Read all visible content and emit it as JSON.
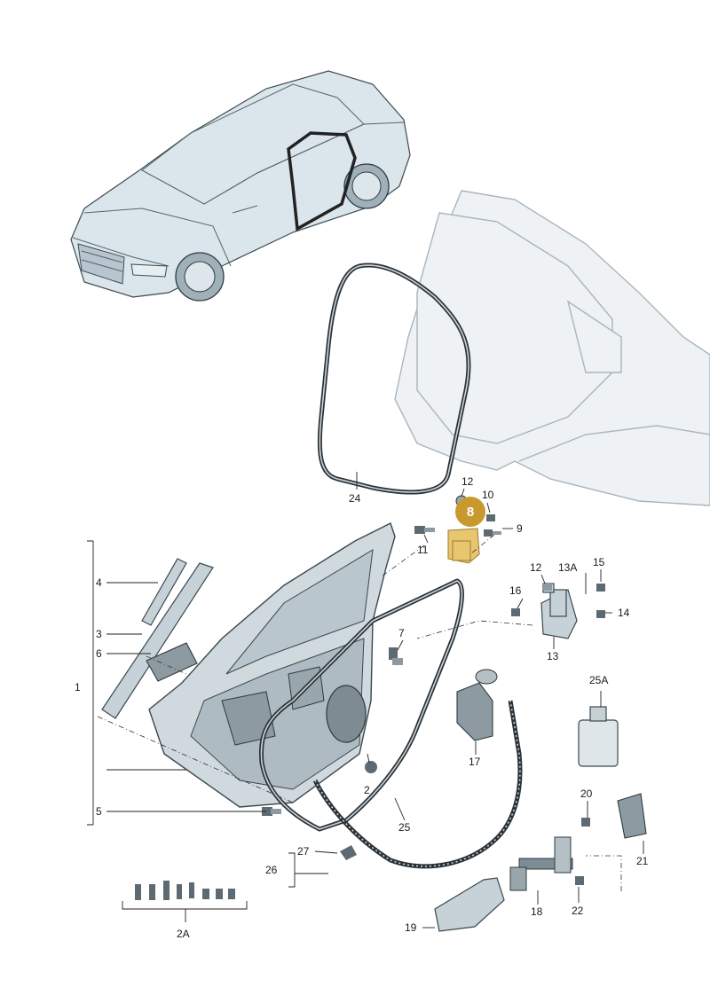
{
  "highlight": {
    "label": "8",
    "color": "#c89a2e"
  },
  "callouts": {
    "c1": "1",
    "c2": "2",
    "c2A": "2A",
    "c3": "3",
    "c4": "4",
    "c5": "5",
    "c6": "6",
    "c7": "7",
    "c9": "9",
    "c10": "10",
    "c11": "11",
    "c12a": "12",
    "c12b": "12",
    "c13": "13",
    "c13A": "13A",
    "c14": "14",
    "c15": "15",
    "c16": "16",
    "c17": "17",
    "c18": "18",
    "c19": "19",
    "c20": "20",
    "c21": "21",
    "c22": "22",
    "c24": "24",
    "c25": "25",
    "c25A": "25A",
    "c26": "26",
    "c27": "27"
  },
  "icons": {
    "car": "sedan-overview-icon",
    "bottle": "bottle-icon"
  }
}
